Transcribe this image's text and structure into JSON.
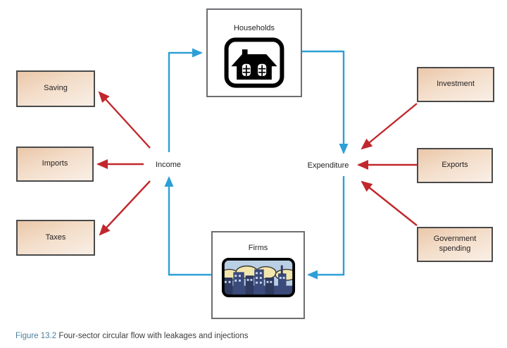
{
  "figure": {
    "caption_label": "Figure 13.2",
    "caption_text": "Four-sector circular flow with leakages and injections"
  },
  "diagram": {
    "type": "circular-flow-diagram",
    "center_nodes": {
      "households": {
        "label": "Households",
        "icon": "house-icon"
      },
      "firms": {
        "label": "Firms",
        "icon": "city-buildings-icon"
      }
    },
    "flow_labels": {
      "income": "Income",
      "expenditure": "Expenditure"
    },
    "leakages": [
      {
        "label": "Saving"
      },
      {
        "label": "Imports"
      },
      {
        "label": "Taxes"
      }
    ],
    "injections": [
      {
        "label": "Investment"
      },
      {
        "label": "Exports"
      },
      {
        "label": "Government spending"
      }
    ],
    "flows": [
      {
        "from": "Firms",
        "to": "Households",
        "via": "Income",
        "kind": "circular-flow",
        "color": "#2d9fd6"
      },
      {
        "from": "Households",
        "to": "Firms",
        "via": "Expenditure",
        "kind": "circular-flow",
        "color": "#2d9fd6"
      },
      {
        "from": "Income",
        "to": "Saving",
        "kind": "leakage",
        "color": "#c1272d"
      },
      {
        "from": "Income",
        "to": "Imports",
        "kind": "leakage",
        "color": "#c1272d"
      },
      {
        "from": "Income",
        "to": "Taxes",
        "kind": "leakage",
        "color": "#c1272d"
      },
      {
        "from": "Investment",
        "to": "Expenditure",
        "kind": "injection",
        "color": "#c1272d"
      },
      {
        "from": "Exports",
        "to": "Expenditure",
        "kind": "injection",
        "color": "#c1272d"
      },
      {
        "from": "Government spending",
        "to": "Expenditure",
        "kind": "injection",
        "color": "#c1272d"
      }
    ],
    "colors": {
      "flow_arrow_blue": "#2d9fd6",
      "leakage_injection_red": "#c1272d",
      "box_fill_top": "#eac7a9",
      "box_fill_bottom": "#f9efe6",
      "box_border": "#4a4a4a",
      "sector_box_border": "#6d6e71",
      "caption_accent": "#4b7f9b"
    }
  }
}
